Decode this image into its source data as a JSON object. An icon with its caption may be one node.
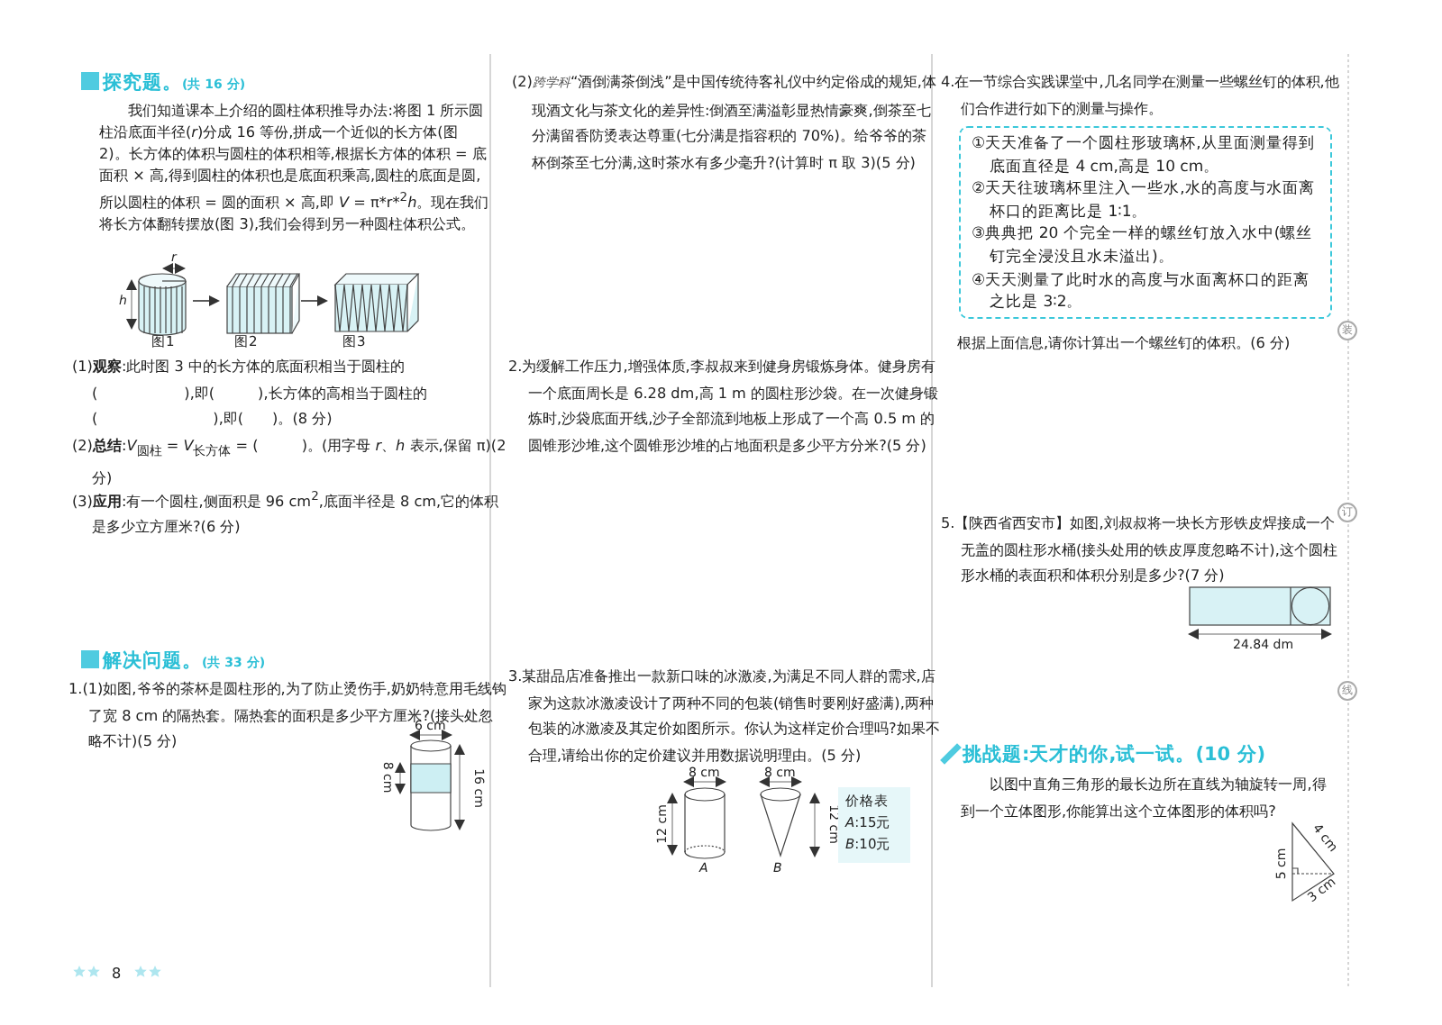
{
  "diagram": {
    "nodes": [
      {
        "text": [
          "图1"
        ]
      },
      {
        "text": [
          "图2"
        ]
      },
      {
        "text": [
          "图3"
        ]
      },
      {
        "text": [
          "①天天准备了一个圆柱形玻璃杯,从里面测量得到底面直径是 4 cm,高是 10 cm。",
          "②天天往玻璃杯里注入一些水,水的高度与水面离杯口的距离比是 1∶1。",
          "③典典把 20 个完全一样的螺丝钉放入水中(螺丝钉完全浸没且水未溢出)。",
          "④天天测量了此时水的高度与水面离杯口的距离之比是 3∶2。"
        ]
      },
      {
        "text": [
          "价格表",
          "*A*:15元",
          "*B*:10元"
        ]
      },
      {
        "text": [
          "装"
        ]
      },
      {
        "text": [
          "订"
        ]
      },
      {
        "text": [
          "线"
        ]
      }
    ],
    "edges": [
      {
        "from": 0,
        "to": 1,
        "arrow": "to"
      },
      {
        "from": 1,
        "to": 2,
        "arrow": "to"
      }
    ],
    "labels": [
      "探究题。",
      "(共 16 分)",
      "我们知道课本上介绍的圆柱体积推导办法:将图 1 所示圆柱沿底面半径(*r*)分成 16 等份,拼成一个近似的长方体(图 2)。长方体的体积与圆柱的体积相等,根据长方体的体积 = 底面积 × 高,得到圆柱的体积也是底面积乘高,圆柱的底面是圆,所以圆柱的体积 = 圆的面积 × 高,即 *V* = π*r*$^{2}$*h*。现在我们将长方体翻转摆放(图 3),我们会得到另一种圆柱体积公式。",
      "*r*",
      "*h*",
      "(1)**观察**:此时图 3 中的长方体的底面积相当于圆柱的(　　　　　　),即(　　　),长方体的高相当于圆柱的(　　　　　　　　),即(　　)。(8 分)",
      "(2)**总结**:*V*$_{圆柱}$ = *V*$_{长方体}$ = (　　　)。(用字母 *r*、*h* 表示,保留 π)(2 分)",
      "(3)**应用**:有一个圆柱,侧面积是 96 cm$^{2}$,底面半径是 8 cm,它的体积是多少立方厘米?(6 分)",
      "解决问题。",
      "(共 33 分)",
      "1.(1)如图,爷爷的茶杯是圆柱形的,为了防止烫伤手,奶奶特意用毛线钩了宽 8 cm 的隔热套。隔热套的面积是多少平方厘米?(接头处忽略不计)(5 分)",
      "6 cm",
      "8 cm",
      "16 cm",
      "8",
      "(2)",
      "跨学科",
      "“酒倒满茶倒浅”是中国传统待客礼仪中约定俗成的规矩,体现酒文化与茶文化的差异性:倒酒至满溢彰显热情豪爽,倒茶至七分满留香防烫表达尊重(七分满是指容积的 70%)。给爷爷的茶杯倒茶至七分满,这时茶水有多少毫升?(计算时 π 取 3)(5 分)",
      "2.为缓解工作压力,增强体质,李叔叔来到健身房锻炼身体。健身房有一个底面周长是 6.28 dm,高 1 m 的圆柱形沙袋。在一次健身锻炼时,沙袋底面开线,沙子全部流到地板上形成了一个高 0.5 m 的圆锥形沙堆,这个圆锥形沙堆的占地面积是多少平方分米?(5 分)",
      "3.某甜品店准备推出一款新口味的冰激凌,为满足不同人群的需求,店家为这款冰激凌设计了两种不同的包装(销售时要刚好盛满),两种包装的冰激凌及其定价如图所示。你认为这样定价合理吗?如果不合理,请给出你的定价建议并用数据说明理由。(5 分)",
      "8 cm",
      "12 cm",
      "*A*",
      "8 cm",
      "12 cm",
      "*B*",
      "4.在一节综合实践课堂中,几名同学在测量一些螺丝钉的体积,他们合作进行如下的测量与操作。",
      "根据上面信息,请你计算出一个螺丝钉的体积。(6 分)",
      "5.【陕西省西安市】如图,刘叔叔将一块长方形铁皮焊接成一个无盖的圆柱形水桶(接头处用的铁皮厚度忽略不计),这个圆柱形水桶的表面积和体积分别是多少?(7 分)",
      "24.84 dm",
      "挑战题:",
      "天才的你,试一试。(10 分)",
      "以图中直角三角形的最长边所在直线为轴旋转一周,得到一个立体图形,你能算出这个立体图形的体积吗?",
      "4 cm",
      "5 cm",
      "3 cm"
    ]
  }
}
